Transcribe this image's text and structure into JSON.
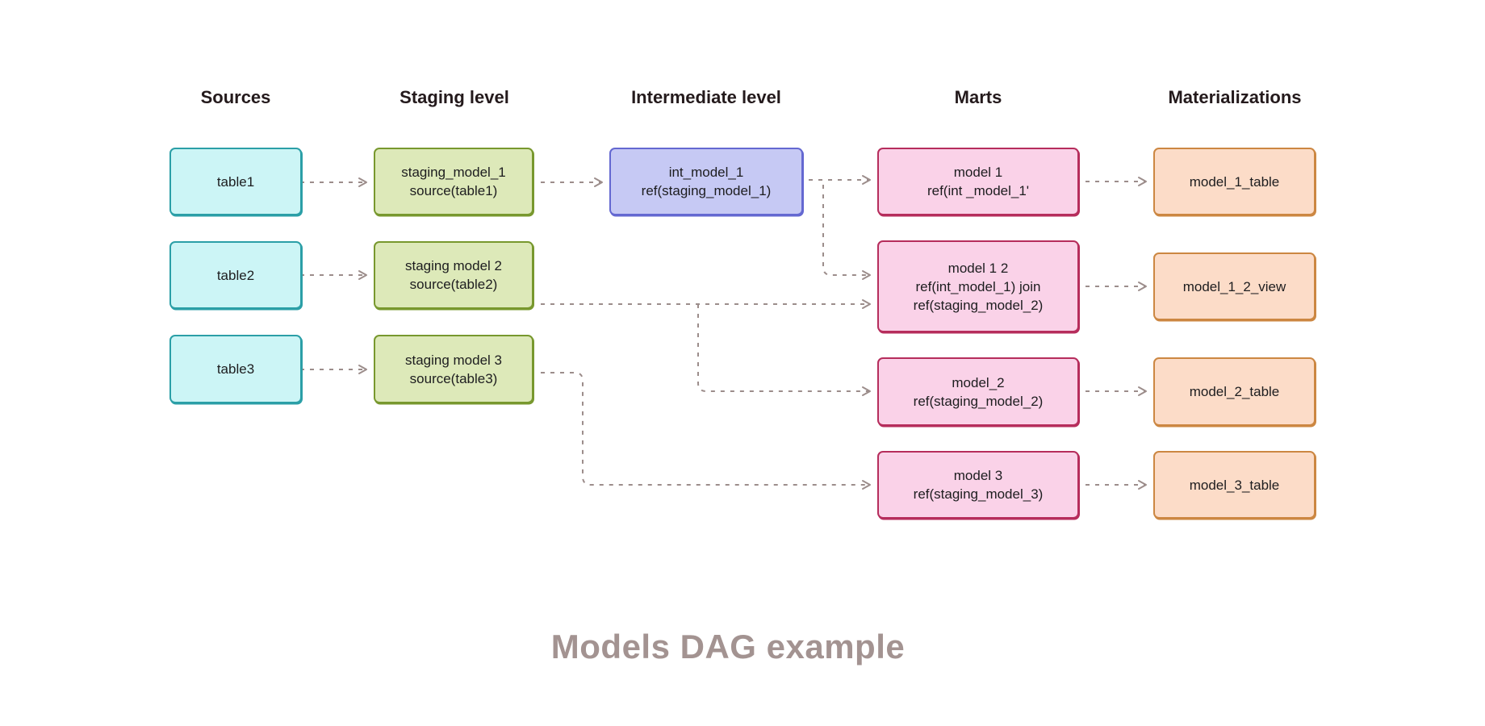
{
  "diagram": {
    "title": "Models DAG example",
    "columns": [
      {
        "label": "Sources"
      },
      {
        "label": "Staging level"
      },
      {
        "label": "Intermediate level"
      },
      {
        "label": "Marts"
      },
      {
        "label": "Materializations"
      }
    ],
    "nodes": {
      "table1": {
        "column": "Sources",
        "lines": [
          "table1"
        ]
      },
      "table2": {
        "column": "Sources",
        "lines": [
          "table2"
        ]
      },
      "table3": {
        "column": "Sources",
        "lines": [
          "table3"
        ]
      },
      "staging_model_1": {
        "column": "Staging level",
        "lines": [
          "staging_model_1",
          "source(table1)"
        ]
      },
      "staging_model_2": {
        "column": "Staging level",
        "lines": [
          "staging model 2",
          "source(table2)"
        ]
      },
      "staging_model_3": {
        "column": "Staging level",
        "lines": [
          "staging model 3",
          "source(table3)"
        ]
      },
      "int_model_1": {
        "column": "Intermediate level",
        "lines": [
          "int_model_1",
          "ref(staging_model_1)"
        ]
      },
      "model_1": {
        "column": "Marts",
        "lines": [
          "model 1",
          "ref(int _model_1'"
        ]
      },
      "model_1_2": {
        "column": "Marts",
        "lines": [
          "model 1 2",
          "ref(int_model_1) join",
          "ref(staging_model_2)"
        ]
      },
      "model_2": {
        "column": "Marts",
        "lines": [
          "model_2",
          "ref(staging_model_2)"
        ]
      },
      "model_3": {
        "column": "Marts",
        "lines": [
          "model 3",
          "ref(staging_model_3)"
        ]
      },
      "model_1_table": {
        "column": "Materializations",
        "lines": [
          "model_1_table"
        ]
      },
      "model_1_2_view": {
        "column": "Materializations",
        "lines": [
          "model_1_2_view"
        ]
      },
      "model_2_table": {
        "column": "Materializations",
        "lines": [
          "model_2_table"
        ]
      },
      "model_3_table": {
        "column": "Materializations",
        "lines": [
          "model_3_table"
        ]
      }
    },
    "edges": [
      {
        "from": "table1",
        "to": "staging_model_1"
      },
      {
        "from": "table2",
        "to": "staging_model_2"
      },
      {
        "from": "table3",
        "to": "staging_model_3"
      },
      {
        "from": "staging_model_1",
        "to": "int_model_1"
      },
      {
        "from": "int_model_1",
        "to": "model_1"
      },
      {
        "from": "int_model_1",
        "to": "model_1_2"
      },
      {
        "from": "staging_model_2",
        "to": "model_1_2"
      },
      {
        "from": "staging_model_2",
        "to": "model_2"
      },
      {
        "from": "staging_model_3",
        "to": "model_3"
      },
      {
        "from": "model_1",
        "to": "model_1_table"
      },
      {
        "from": "model_1_2",
        "to": "model_1_2_view"
      },
      {
        "from": "model_2",
        "to": "model_2_table"
      },
      {
        "from": "model_3",
        "to": "model_3_table"
      }
    ],
    "colors": {
      "source_fill": "#ccf5f6",
      "source_border": "#2b9fa7",
      "staging_fill": "#dde9b9",
      "staging_border": "#78982e",
      "intermediate_fill": "#c6c9f4",
      "intermediate_border": "#6468d1",
      "marts_fill": "#fad2e8",
      "marts_border": "#b62d5c",
      "materialization_fill": "#fcdcc8",
      "materialization_border": "#cc8742",
      "edge": "#9c8d8b",
      "header_text": "#241a1c",
      "node_text": "#1d1d1f",
      "title_text": "#a39391",
      "background": "#ffffff"
    }
  }
}
